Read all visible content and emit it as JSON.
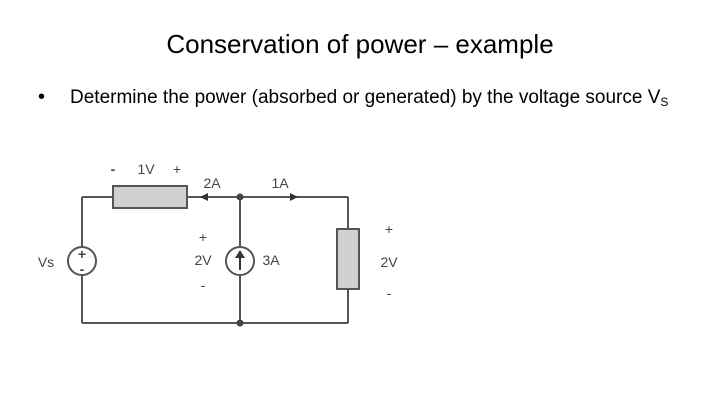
{
  "slide": {
    "title": "Conservation of power – example",
    "bullet": {
      "symbol": "•",
      "text": "Determine the power (absorbed or generated) by the voltage source V",
      "subscript": "S"
    }
  },
  "circuit": {
    "labels": {
      "left_resistor_minus": "-",
      "left_resistor_voltage": "1V",
      "left_resistor_plus": "+",
      "current_left": "2A",
      "current_right": "1A",
      "source_label": "Vs",
      "source_plus": "+",
      "source_minus": "-",
      "middle_plus": "+",
      "middle_voltage": "2V",
      "middle_minus": "-",
      "current_source_value": "3A",
      "right_plus": "+",
      "right_voltage": "2V",
      "right_minus": "-"
    },
    "colors": {
      "wire": "#555555",
      "resistor_fill": "#d0d0d0",
      "label": "#444444"
    }
  }
}
